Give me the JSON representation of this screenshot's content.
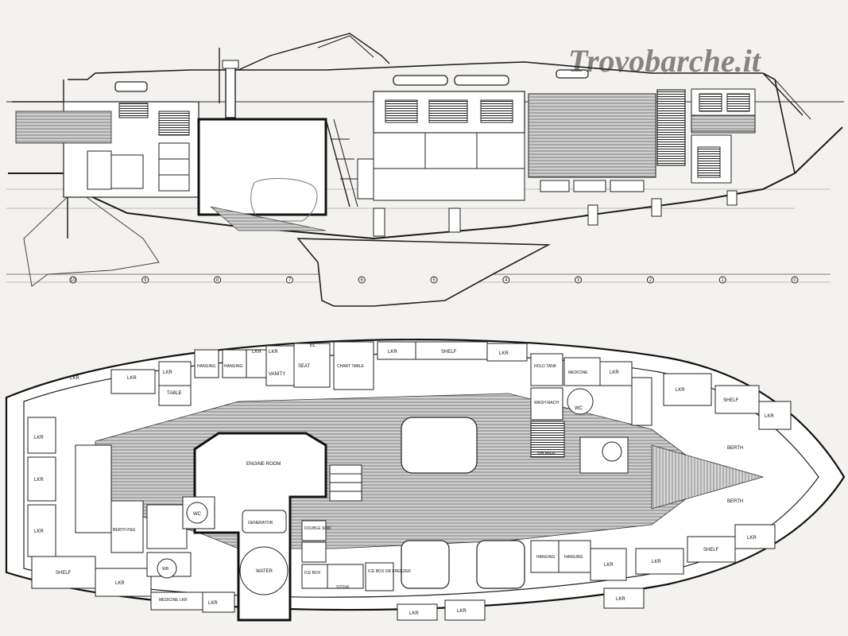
{
  "watermark": "Trovobarche.it",
  "profile": {
    "station_numbers": [
      "10",
      "9",
      "8",
      "7",
      "6",
      "5",
      "4",
      "3",
      "2",
      "1",
      "0"
    ]
  },
  "plan": {
    "labels": {
      "lkr": "LKR",
      "shelf": "SHELF",
      "el": "EL",
      "hanging": "HANGING",
      "vanity": "VANITY",
      "seat": "SEAT",
      "chart_table": "CHART TABLE",
      "table": "TABLE",
      "hold_tank": "HOLD TANK",
      "medicine": "MEDICINE",
      "wash_mach": "WASH MACH",
      "wc": "WC",
      "shower": "SHOWER",
      "engine_room": "ENGINE ROOM",
      "generator": "GENERATOR",
      "water": "WATER",
      "double_sink": "DOUBLE SINK",
      "ice_box": "ICE BOX",
      "stove": "STOVE",
      "ice_box_freezer": "ICE BOX OR FREEZER",
      "berth": "BERTH",
      "berth_pes": "BERTH P&S",
      "medicine_lkr": "MEDICINE LKR",
      "wb": "WB"
    }
  }
}
